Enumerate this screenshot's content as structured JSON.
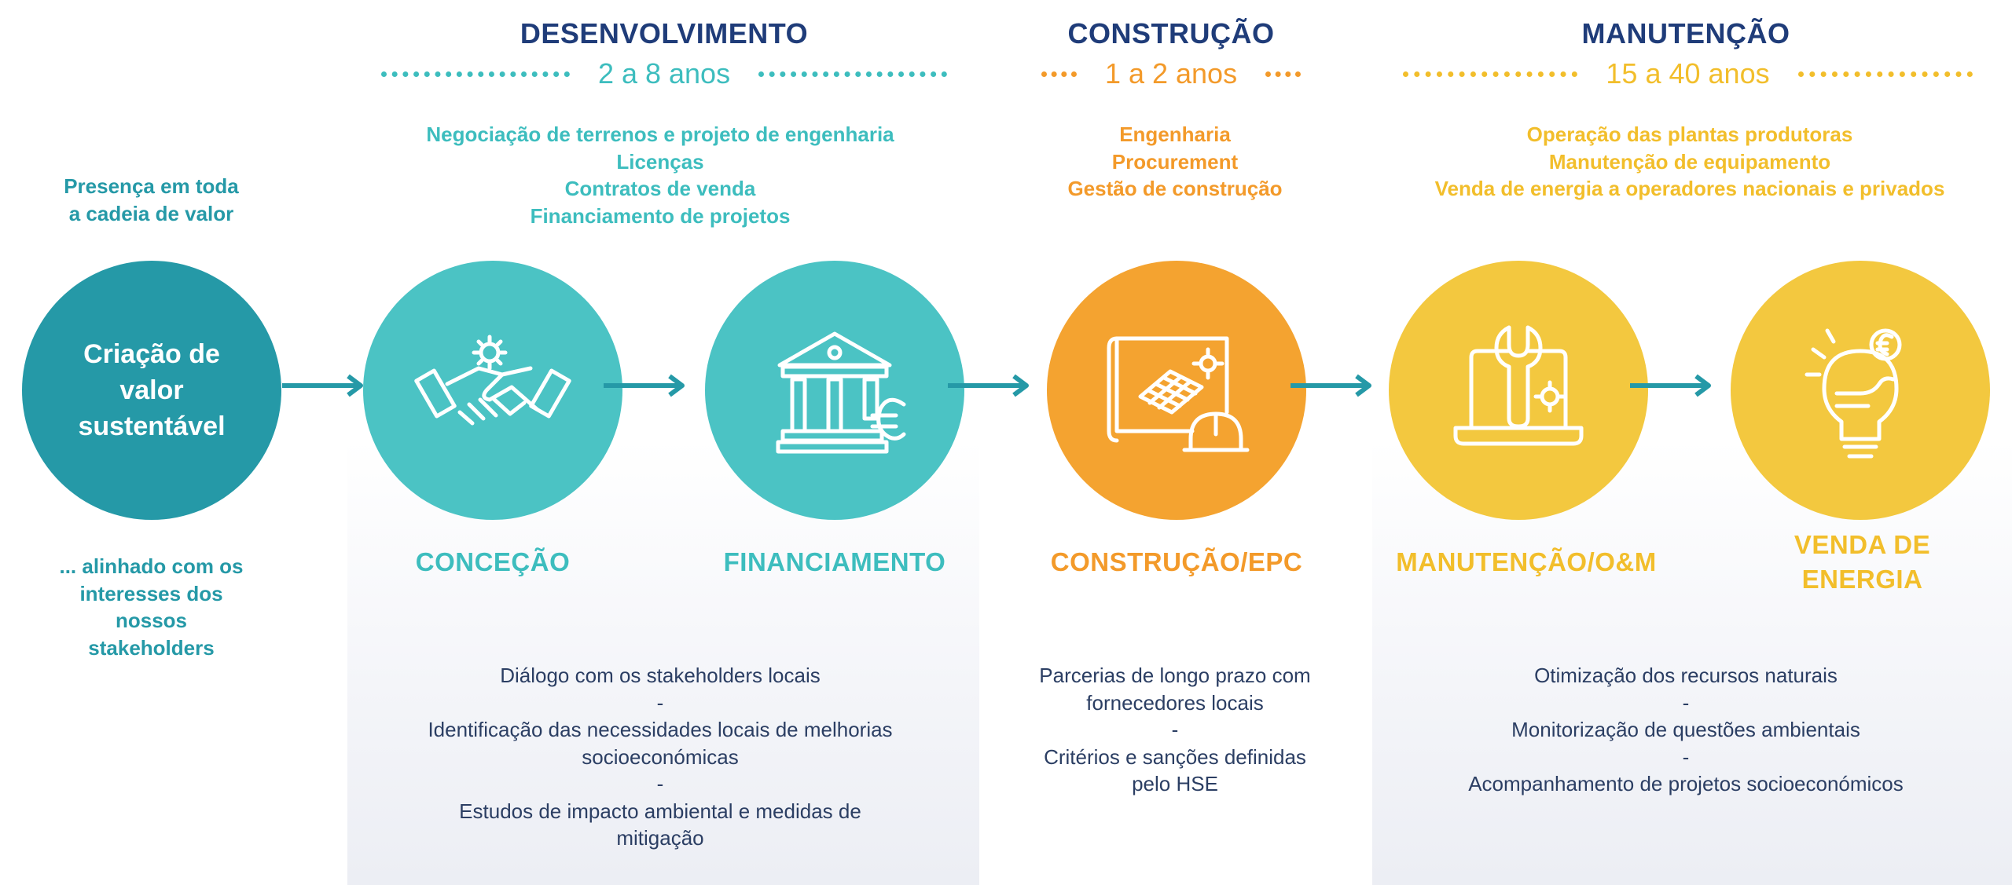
{
  "colors": {
    "navy": "#1f3c79",
    "teal_dark": "#2599a7",
    "teal": "#4bc3c4",
    "teal_text": "#3dbdbe",
    "orange": "#f4a330",
    "orange_text": "#f39a2a",
    "yellow": "#f3c83f",
    "yellow_text": "#f2be2b",
    "body_text": "#2b3e63"
  },
  "intro": {
    "top_text": [
      "Presença em toda",
      "a cadeia de valor"
    ],
    "circle_text": [
      "Criação de",
      "valor",
      "sustentável"
    ],
    "bottom_text": [
      "... alinhado com os",
      "interesses dos",
      "nossos",
      "stakeholders"
    ]
  },
  "phases": {
    "desenvolvimento": {
      "title": "DESENVOLVIMENTO",
      "duration": "2 a 8 anos",
      "activities": [
        "Negociação de terrenos e projeto de engenharia",
        "Licenças",
        "Contratos de venda",
        "Financiamento de projetos"
      ],
      "notes": [
        "Diálogo com os stakeholders locais",
        "-",
        "Identificação das necessidades locais de melhorias",
        "socioeconómicas",
        "-",
        "Estudos de impacto ambiental e medidas de",
        "mitigação"
      ]
    },
    "construcao": {
      "title": "CONSTRUÇÃO",
      "duration": "1 a 2 anos",
      "activities": [
        "Engenharia",
        "Procurement",
        "Gestão de construção"
      ],
      "notes": [
        "Parcerias de longo prazo com",
        "fornecedores locais",
        "-",
        "Critérios e sanções definidas",
        "pelo HSE"
      ]
    },
    "manutencao": {
      "title": "MANUTENÇÃO",
      "duration": "15 a 40 anos",
      "activities": [
        "Operação das plantas produtoras",
        "Manutenção de equipamento",
        "Venda de energia a operadores nacionais e privados"
      ],
      "notes": [
        "Otimização dos recursos naturais",
        "-",
        "Monitorização de questões ambientais",
        "-",
        "Acompanhamento de projetos socioeconómicos"
      ]
    }
  },
  "stages": [
    {
      "label": [
        "CONCEÇÃO"
      ],
      "icon": "handshake-gear-icon"
    },
    {
      "label": [
        "FINANCIAMENTO"
      ],
      "icon": "bank-euro-icon"
    },
    {
      "label": [
        "CONSTRUÇÃO/EPC"
      ],
      "icon": "blueprint-helmet-icon"
    },
    {
      "label": [
        "MANUTENÇÃO/O&M"
      ],
      "icon": "laptop-wrench-icon"
    },
    {
      "label": [
        "VENDA DE",
        "ENERGIA"
      ],
      "icon": "lightbulb-euro-icon"
    }
  ]
}
